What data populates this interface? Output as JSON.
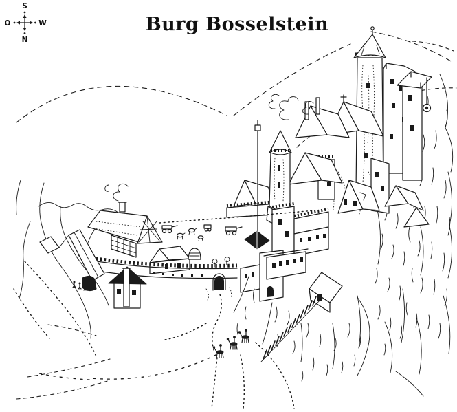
{
  "title": "Burg Bosselstein",
  "compass": {
    "top": "S",
    "bottom": "N",
    "left": "O",
    "right": "W"
  },
  "colors": {
    "ink": "#1a1a1a",
    "paper": "#ffffff"
  }
}
